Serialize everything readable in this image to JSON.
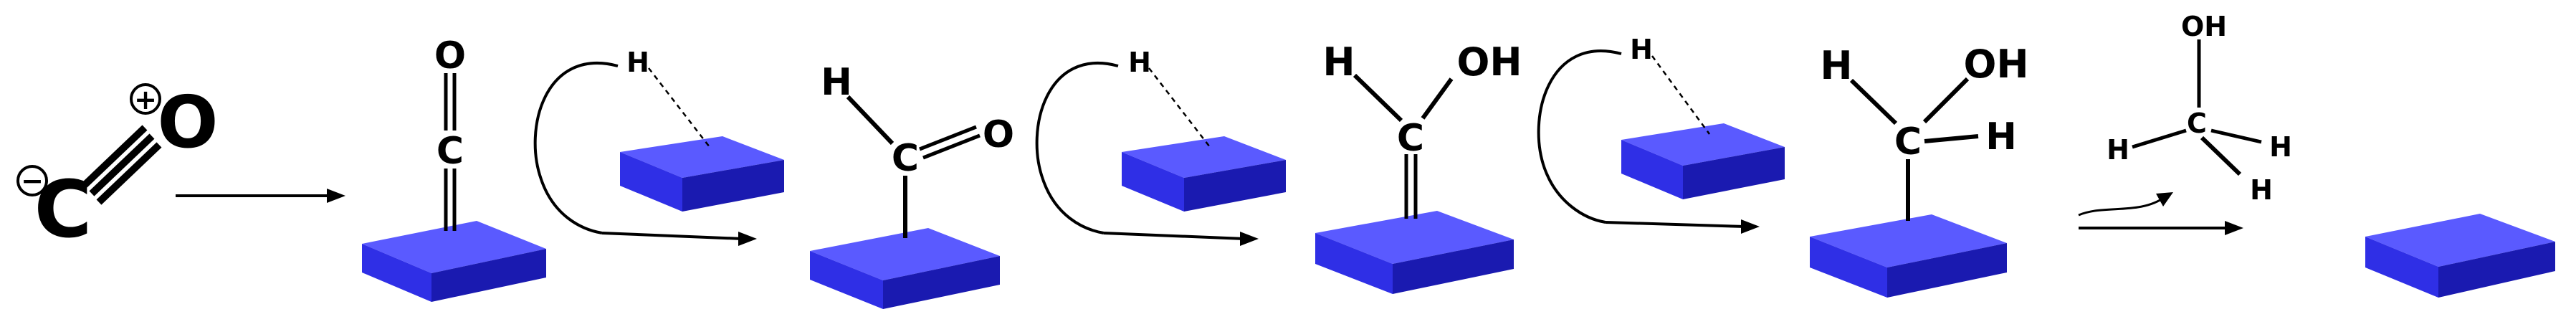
{
  "colors": {
    "surface_top": "#5a5aff",
    "surface_front": "#2f2fe6",
    "surface_side": "#1a1ab0",
    "ink": "#000000"
  },
  "step1": {
    "carbon": "C",
    "oxygen": "O",
    "minus": "−",
    "plus": "+"
  },
  "step2": {
    "oxygen": "O",
    "carbon": "C"
  },
  "step3": {
    "hydrogen": "H",
    "carbon": "C",
    "oxygen": "O"
  },
  "step4": {
    "hydrogen": "H",
    "hydroxyl": "OH",
    "carbon": "C"
  },
  "step5": {
    "hydrogen_left": "H",
    "hydroxyl": "OH",
    "carbon": "C",
    "hydrogen_right": "H"
  },
  "product": {
    "hydroxyl": "OH",
    "carbon": "C",
    "h1": "H",
    "h2": "H",
    "h3": "H"
  },
  "incoming_h": {
    "a": "H",
    "b": "H",
    "c": "H"
  }
}
